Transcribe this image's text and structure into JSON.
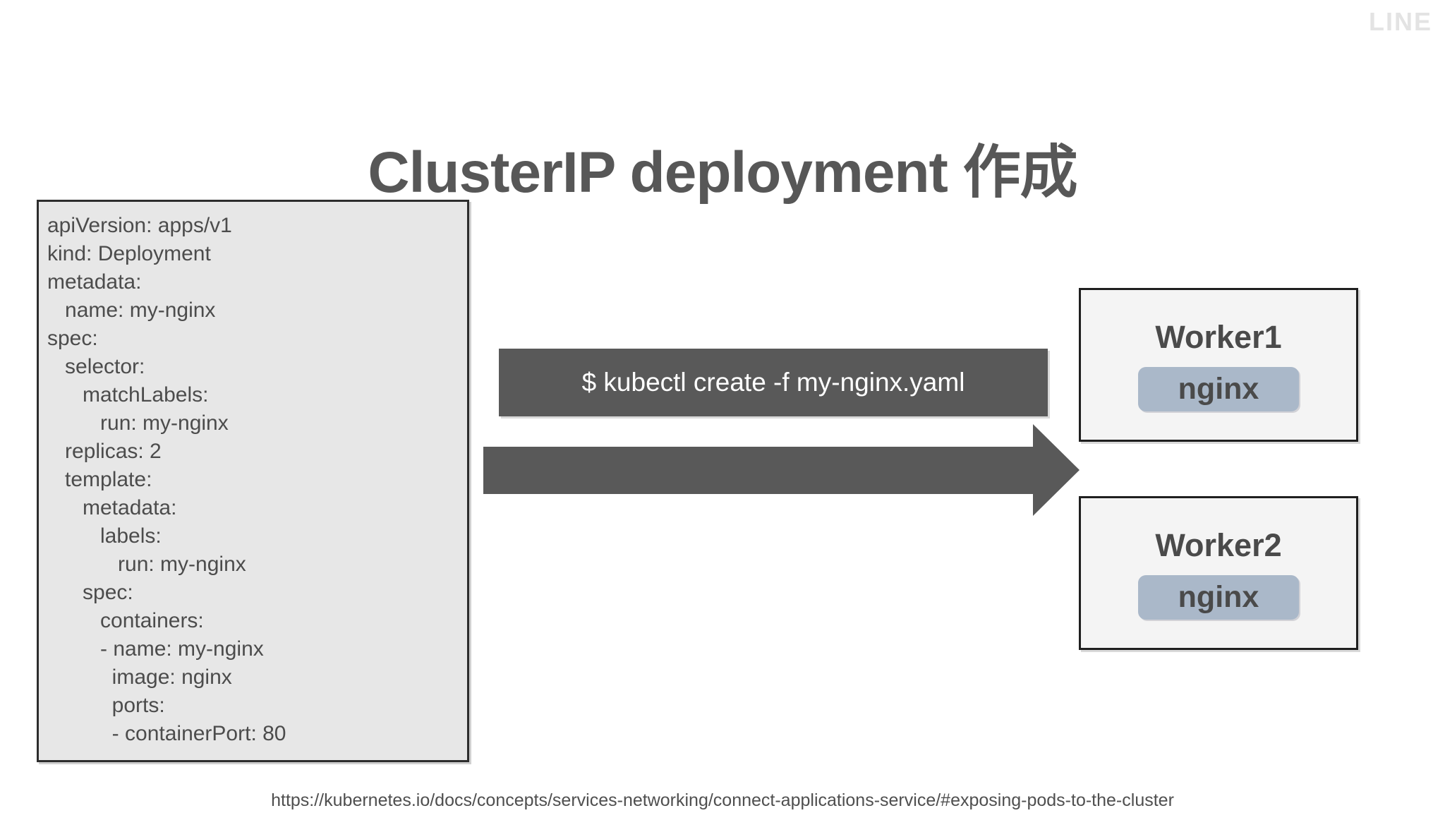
{
  "brand": {
    "logo_text": "LINE"
  },
  "slide": {
    "title": "ClusterIP deployment 作成"
  },
  "manifest": {
    "name": "my-nginx.yaml",
    "lines": [
      "apiVersion: apps/v1",
      "kind: Deployment",
      "metadata:",
      "   name: my-nginx",
      "spec:",
      "   selector:",
      "      matchLabels:",
      "         run: my-nginx",
      "   replicas: 2",
      "   template:",
      "      metadata:",
      "         labels:",
      "            run: my-nginx",
      "      spec:",
      "         containers:",
      "         - name: my-nginx",
      "           image: nginx",
      "           ports:",
      "           - containerPort: 80"
    ]
  },
  "command": {
    "text": "$ kubectl create -f my-nginx.yaml"
  },
  "arrow": {
    "direction": "right",
    "color": "#595959"
  },
  "workers": [
    {
      "title": "Worker1",
      "pod_label": "nginx"
    },
    {
      "title": "Worker2",
      "pod_label": "nginx"
    }
  ],
  "footer": {
    "url": "https://kubernetes.io/docs/concepts/services-networking/connect-applications-service/#exposing-pods-to-the-cluster"
  },
  "colors": {
    "title": "#575757",
    "panel_bg": "#e7e7e7",
    "command_bg": "#595959",
    "arrow": "#595959",
    "pod_pill": "#aab8c9",
    "worker_bg": "#f4f4f4",
    "logo": "#e3e3e3"
  }
}
